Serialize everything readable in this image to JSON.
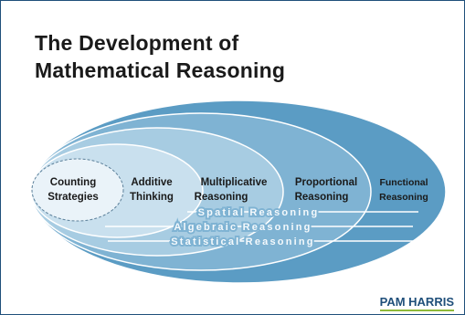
{
  "title": {
    "line1": "The Development of",
    "line2": "Mathematical Reasoning"
  },
  "stages": [
    {
      "line1": "Counting",
      "line2": "Strategies"
    },
    {
      "line1": "Additive",
      "line2": "Thinking"
    },
    {
      "line1": "Multiplicative",
      "line2": "Reasoning"
    },
    {
      "line1": "Proportional",
      "line2": "Reasoning"
    },
    {
      "line1": "Functional",
      "line2": "Reasoning"
    }
  ],
  "threads": [
    "Spatial Reasoning",
    "Algebraic Reasoning",
    "Statistical Reasoning"
  ],
  "brand": "PAM HARRIS",
  "colors": {
    "outer": "#5b9cc4",
    "ring4": "#7fb3d3",
    "ring3": "#a7cce2",
    "ring2": "#c9e0ee",
    "ring1": "#eaf3f9",
    "brand": "#1f4f7a",
    "accent": "#8fb93a"
  }
}
